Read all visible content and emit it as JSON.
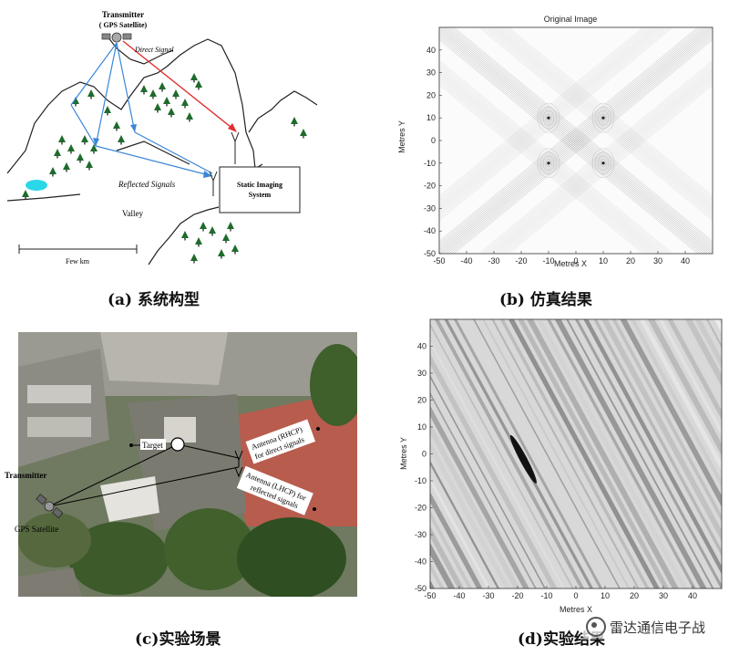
{
  "captions": {
    "a": "(a) 系统构型",
    "b": "(b) 仿真结果",
    "c": "(c)实验场景",
    "d": "(d)实验结果"
  },
  "panel_a": {
    "transmitter": "Transmitter",
    "gps_satellite": "( GPS Satellite)",
    "direct_signal": "Direct Signal",
    "reflected_signals": "Reflected Signals",
    "static_imaging_line1": "Static Imaging",
    "static_imaging_line2": "System",
    "valley": "Valley",
    "scale": "Few km",
    "colors": {
      "direct": "#e03030",
      "reflected": "#3a86d8",
      "tree": "#1e6b2c",
      "lake": "#2ad7e8"
    }
  },
  "panel_c": {
    "target": "Target",
    "rhcp_line1": "Antenna (RHCP)",
    "rhcp_line2": "for direct signals",
    "lhcp_line1": "Antenna (LHCP) for",
    "lhcp_line2": "reflected signals",
    "transmitter": "Transmitter",
    "gps_satellite": "GPS Satellite"
  },
  "chart_data": [
    {
      "type": "heatmap",
      "title": "Original Image",
      "xlabel": "Metres X",
      "ylabel": "Metres Y",
      "xlim": [
        -50,
        50
      ],
      "ylim": [
        -50,
        50
      ],
      "xticks": [
        -50,
        -40,
        -30,
        -20,
        -10,
        0,
        10,
        20,
        30,
        40
      ],
      "yticks": [
        -50,
        -40,
        -30,
        -20,
        -10,
        0,
        10,
        20,
        30,
        40
      ],
      "point_targets": [
        [
          -10,
          10
        ],
        [
          10,
          10
        ],
        [
          -10,
          -10
        ],
        [
          10,
          -10
        ]
      ]
    },
    {
      "type": "heatmap",
      "title": "",
      "xlabel": "Metres X",
      "ylabel": "Metres Y",
      "xlim": [
        -50,
        50
      ],
      "ylim": [
        -50,
        50
      ],
      "xticks": [
        -50,
        -40,
        -30,
        -20,
        -10,
        0,
        10,
        20,
        30,
        40
      ],
      "yticks": [
        -50,
        -40,
        -30,
        -20,
        -10,
        0,
        10,
        20,
        30,
        40
      ],
      "brightest_feature": [
        -18,
        -2
      ]
    }
  ],
  "watermark": "雷达通信电子战"
}
